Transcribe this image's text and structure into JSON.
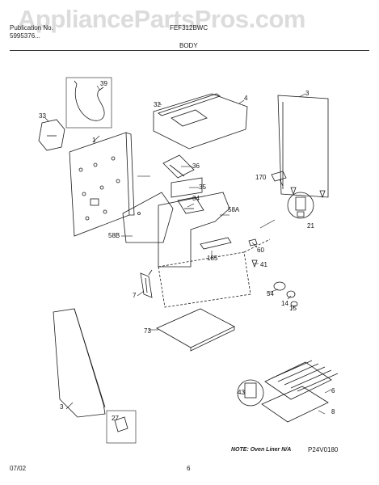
{
  "watermark": "AppliancePartsPros.com",
  "header": {
    "left_line1": "Publication No.",
    "left_line2": "5995376...",
    "right": "FEF312BWC"
  },
  "section_title": "BODY",
  "footer": {
    "date": "07/02",
    "page": "6"
  },
  "note": "NOTE: Oven Liner N/A",
  "figure_code": "P24V0180",
  "callouts": [
    "1",
    "3",
    "3",
    "4",
    "6",
    "7",
    "8",
    "14",
    "15",
    "21",
    "27",
    "32",
    "33",
    "34",
    "35",
    "36",
    "39",
    "41",
    "43",
    "54",
    "58A",
    "58B",
    "60",
    "73",
    "170",
    "185"
  ],
  "colors": {
    "line": "#1a1a1a",
    "watermark": "#dcdcdc"
  }
}
